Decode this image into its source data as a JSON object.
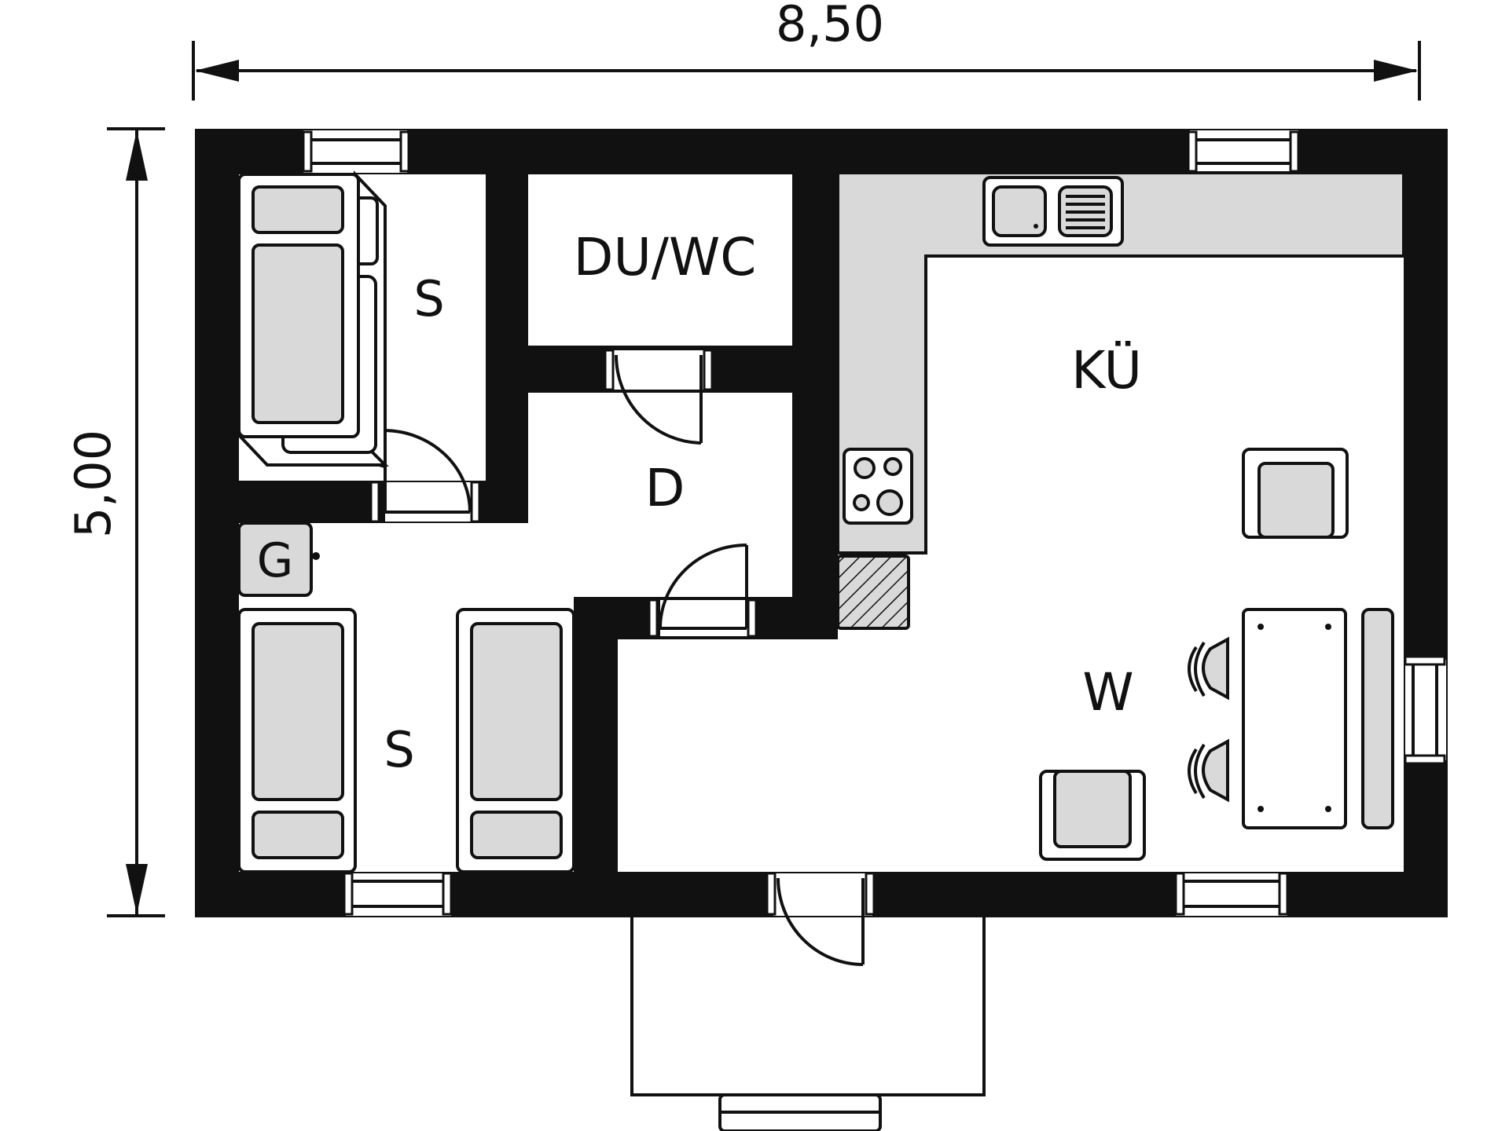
{
  "plan": {
    "dimensions": {
      "width": "8,50",
      "depth": "5,00"
    },
    "rooms": {
      "bedroom_top": "S",
      "bathroom": "DU/WC",
      "kitchen": "KÜ",
      "hall": "D",
      "gas": "G",
      "bedroom_bottom": "S",
      "living": "W"
    }
  }
}
